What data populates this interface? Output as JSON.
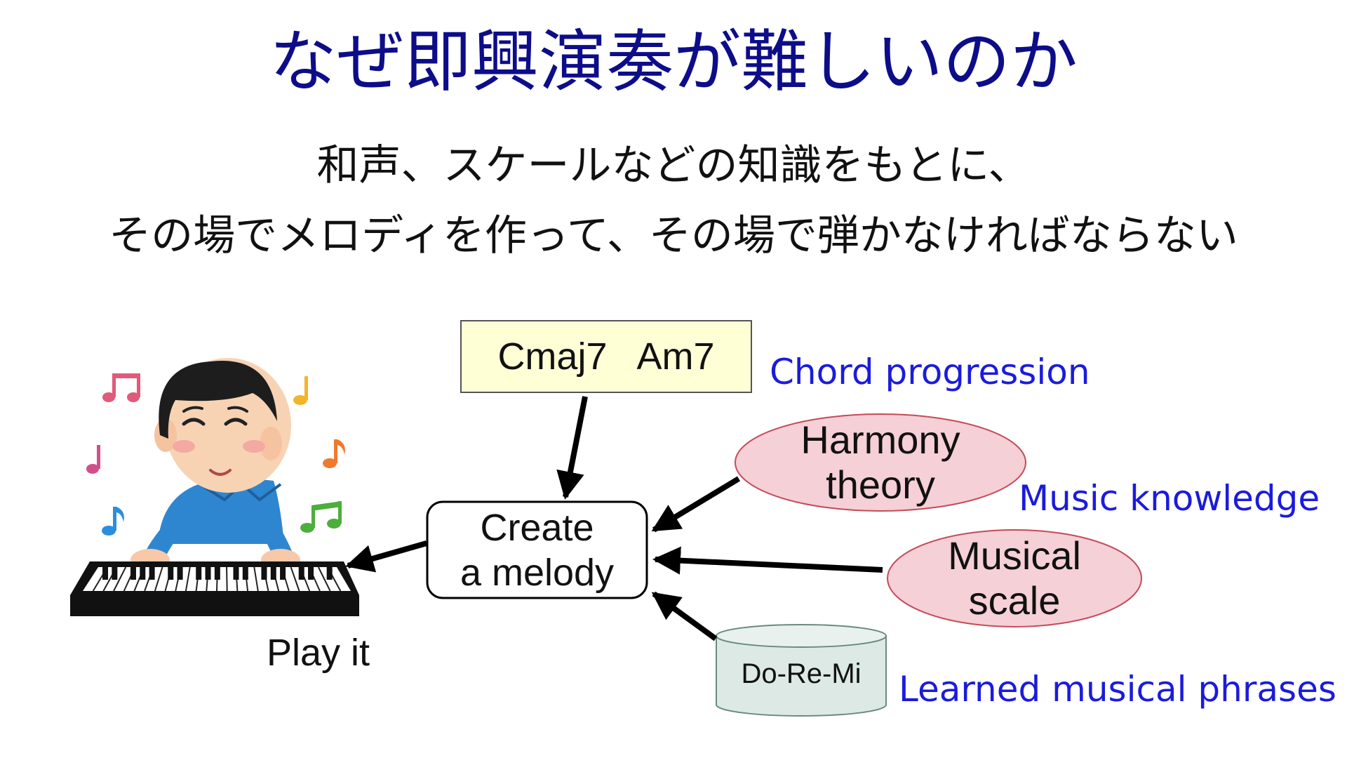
{
  "title": "なぜ即興演奏が難しいのか",
  "subtitle_line1": "和声、スケールなどの知識をもとに、",
  "subtitle_line2": "その場でメロディを作って、その場で弾かなければならない",
  "nodes": {
    "chords": "Cmaj7   Am7",
    "create_line1": "Create",
    "create_line2": "a melody",
    "harmony_line1": "Harmony",
    "harmony_line2": "theory",
    "scale_line1": "Musical",
    "scale_line2": "scale",
    "phrases": "Do-Re-Mi",
    "play": "Play it"
  },
  "labels": {
    "chord_progression": "Chord progression",
    "music_knowledge": "Music knowledge",
    "learned_phrases": "Learned musical phrases"
  },
  "colors": {
    "title": "#0d0d8a",
    "label_blue": "#1b1bdc",
    "chord_box_fill": "#ffffd6",
    "ellipse_fill": "#f5d0d6",
    "ellipse_stroke": "#c44a5a",
    "cylinder_fill": "#dce9e4"
  },
  "illustration": {
    "subject": "boy-playing-keyboard",
    "notes": [
      "pink-note-icon",
      "yellow-note-icon",
      "magenta-note-icon",
      "orange-note-icon",
      "blue-note-icon",
      "green-note-icon"
    ]
  }
}
